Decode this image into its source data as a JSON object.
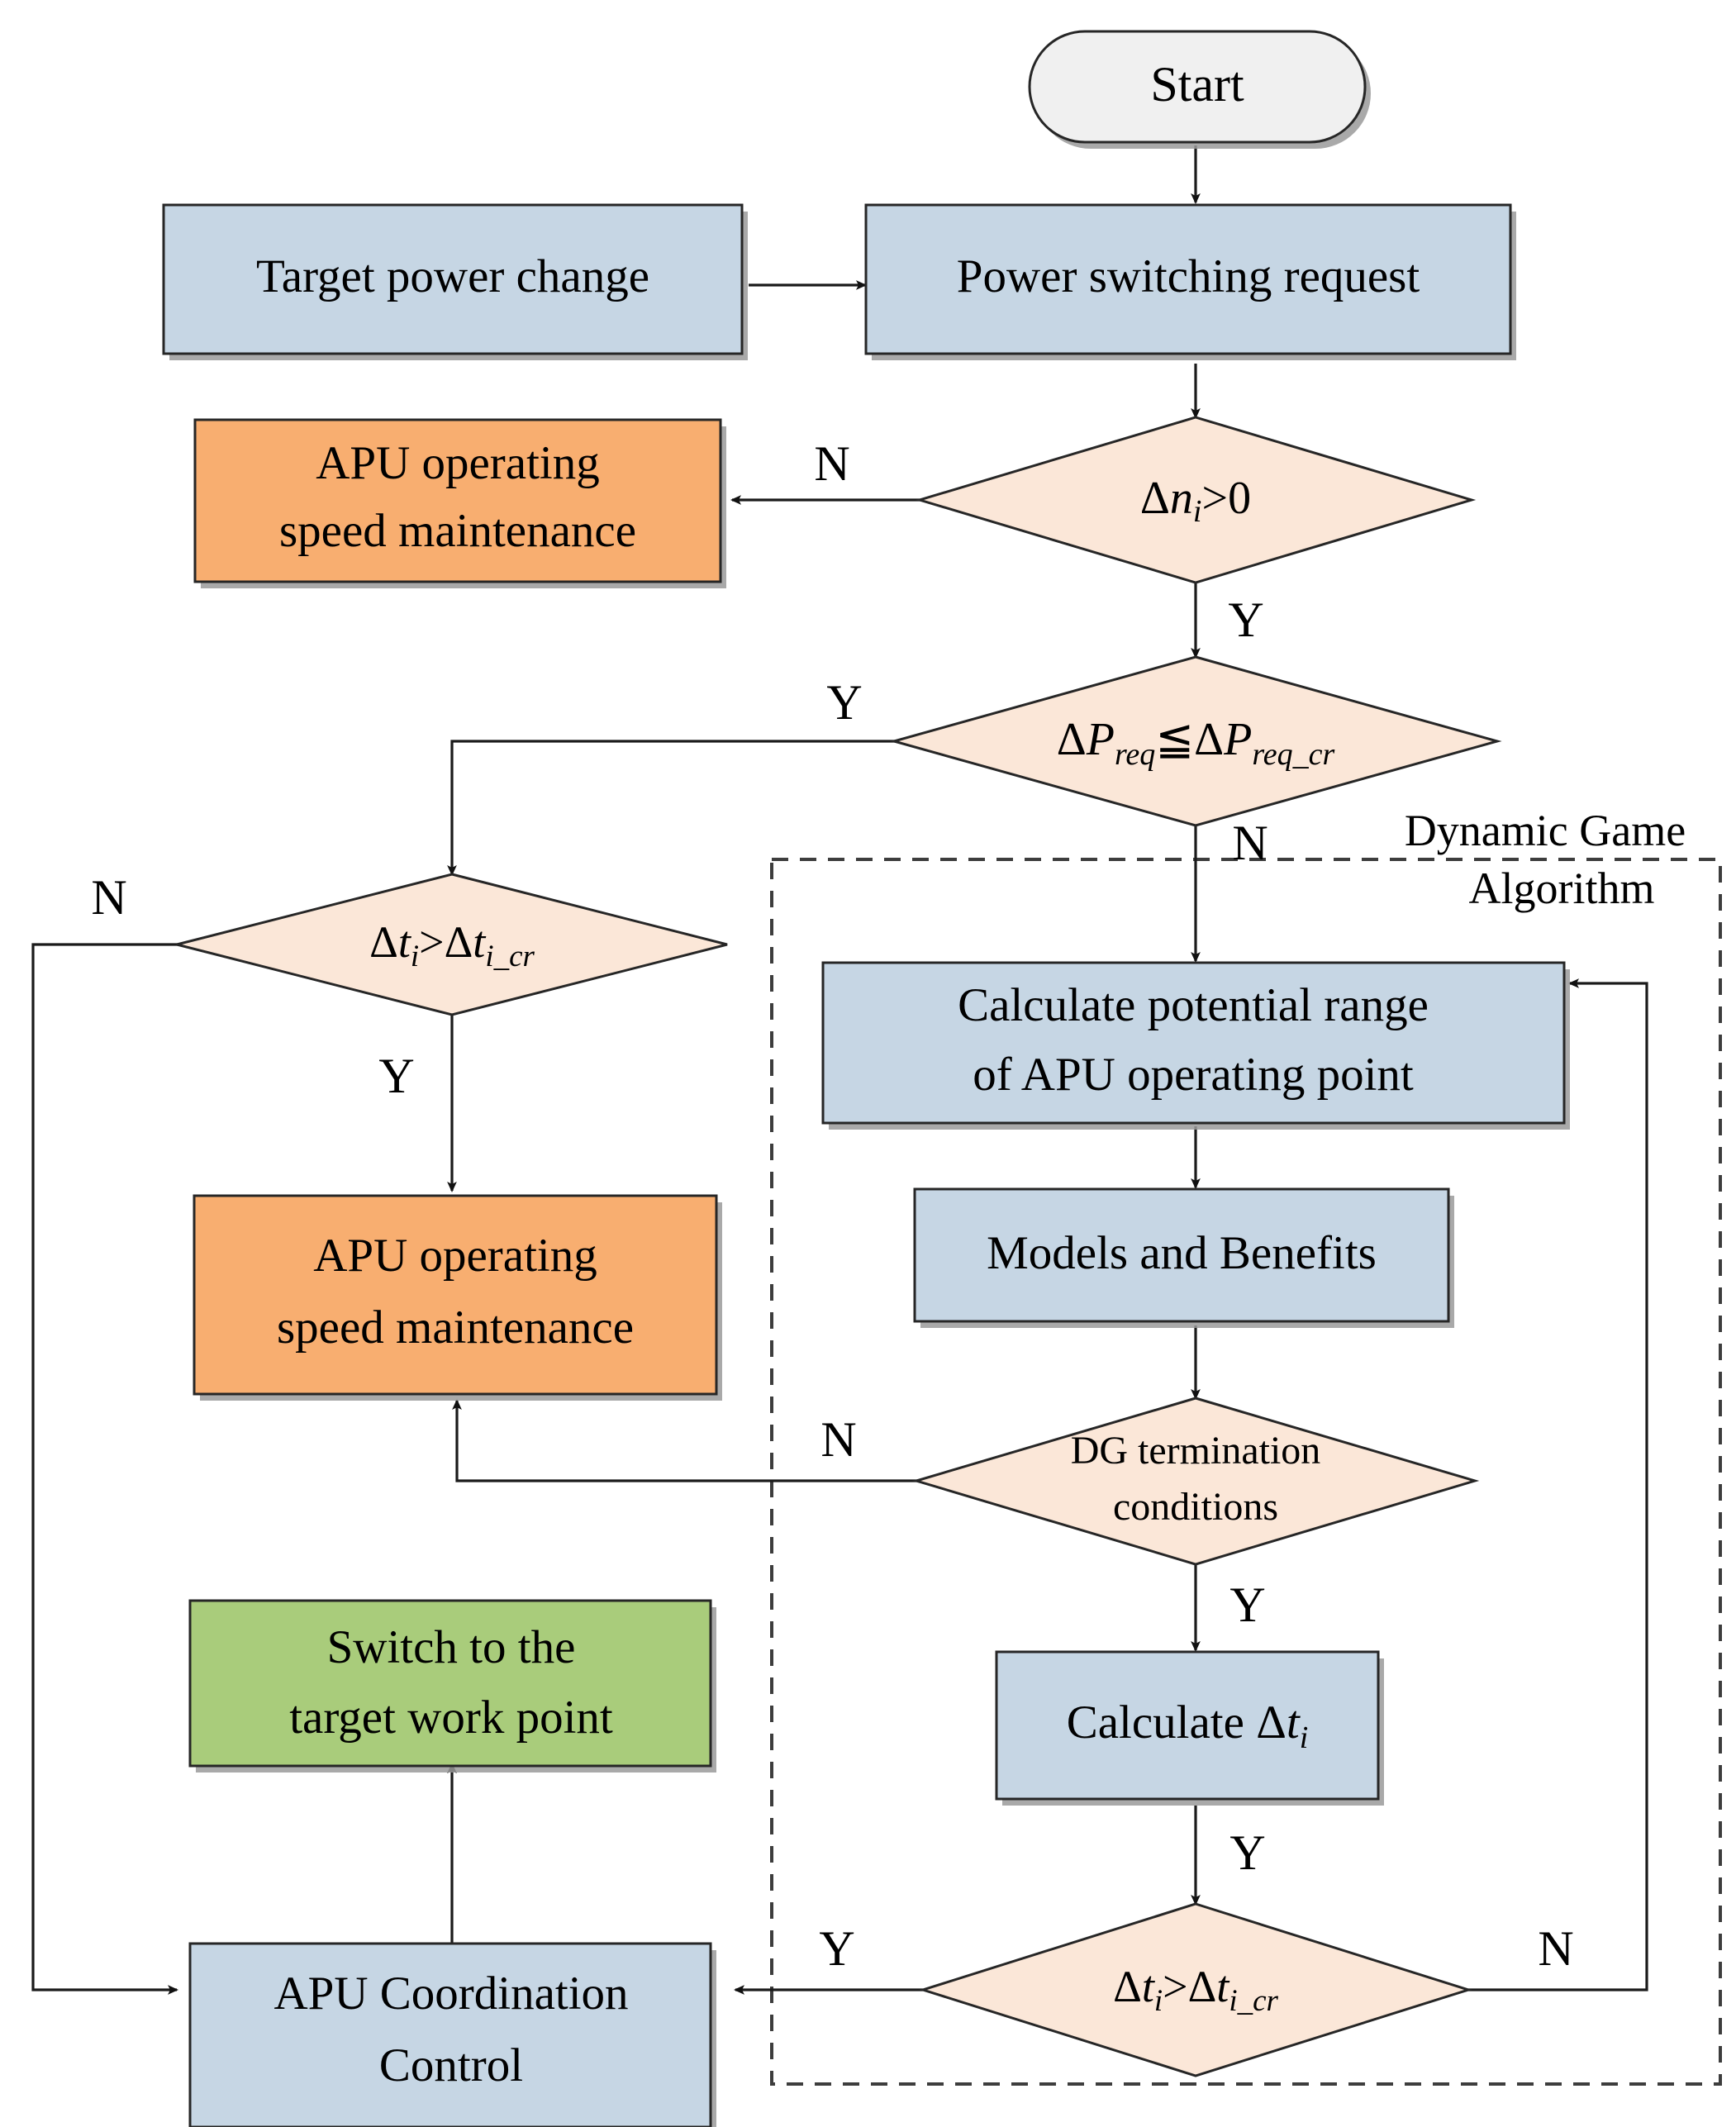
{
  "diagram": {
    "title": "APU power switching dynamic game control flowchart",
    "colors": {
      "blue_fill": "#c6d6e4",
      "orange_fill": "#f8ae70",
      "green_fill": "#a9cc7b",
      "diamond_fill": "#fbe7d8",
      "start_fill": "#f0f0f0",
      "stroke": "#262626",
      "edge": "#1a1a1a",
      "dashed_group": "#3d3d3d"
    },
    "group_label": {
      "line1": "Dynamic Game",
      "line2": "Algorithm"
    },
    "nodes": [
      {
        "id": "start",
        "type": "terminator",
        "label": "Start"
      },
      {
        "id": "target_power",
        "type": "process",
        "label": "Target power change"
      },
      {
        "id": "switch_req",
        "type": "process",
        "label": "Power switching request"
      },
      {
        "id": "apu_speed_1",
        "type": "process",
        "label_line1": "APU operating",
        "label_line2": "speed maintenance"
      },
      {
        "id": "dec_dn",
        "type": "decision",
        "label": "Δnᵢ>0",
        "base": "Δn",
        "sub": "i",
        "op": ">",
        "rhs": "0"
      },
      {
        "id": "dec_dp",
        "type": "decision",
        "label": "ΔP_req ≦ ΔP_req_cr",
        "base": "ΔP",
        "sub": "req",
        "op": "≦",
        "rhs_base": "ΔP",
        "rhs_sub": "req_cr"
      },
      {
        "id": "dec_dt_left",
        "type": "decision",
        "label": "Δt_i > Δt_i_cr",
        "base": "Δt",
        "sub": "i",
        "op": ">",
        "rhs_base": "Δt",
        "rhs_sub": "i_cr"
      },
      {
        "id": "calc_range",
        "type": "process",
        "label_line1": "Calculate potential  range",
        "label_line2": "of APU operating point"
      },
      {
        "id": "models",
        "type": "process",
        "label": "Models and Benefits"
      },
      {
        "id": "dg_term",
        "type": "decision",
        "label_line1": "DG termination",
        "label_line2": "conditions"
      },
      {
        "id": "apu_speed_2",
        "type": "process",
        "label_line1": "APU operating",
        "label_line2": "speed maintenance"
      },
      {
        "id": "calc_dt",
        "type": "process",
        "label": "Calculate Δtᵢ",
        "base": "Calculate Δt",
        "sub": "i"
      },
      {
        "id": "switch_point",
        "type": "process",
        "label_line1": "Switch to the",
        "label_line2": "target work point"
      },
      {
        "id": "apu_coord",
        "type": "process",
        "label_line1": "APU Coordination",
        "label_line2": "Control"
      },
      {
        "id": "dec_dt_bot",
        "type": "decision",
        "label": "Δt_i > Δt_i_cr",
        "base": "Δt",
        "sub": "i",
        "op": ">",
        "rhs_base": "Δt",
        "rhs_sub": "i_cr"
      }
    ],
    "edge_labels": [
      {
        "id": "n_dn",
        "text": "N"
      },
      {
        "id": "y_dn",
        "text": "Y"
      },
      {
        "id": "y_dp",
        "text": "Y"
      },
      {
        "id": "n_dp",
        "text": "N"
      },
      {
        "id": "n_dt_left",
        "text": "N"
      },
      {
        "id": "y_dt_left",
        "text": "Y"
      },
      {
        "id": "n_dg",
        "text": "N"
      },
      {
        "id": "y_dg",
        "text": "Y"
      },
      {
        "id": "y_calc_dt",
        "text": "Y"
      },
      {
        "id": "y_dt_bot",
        "text": "Y"
      },
      {
        "id": "n_dt_bot",
        "text": "N"
      }
    ]
  }
}
